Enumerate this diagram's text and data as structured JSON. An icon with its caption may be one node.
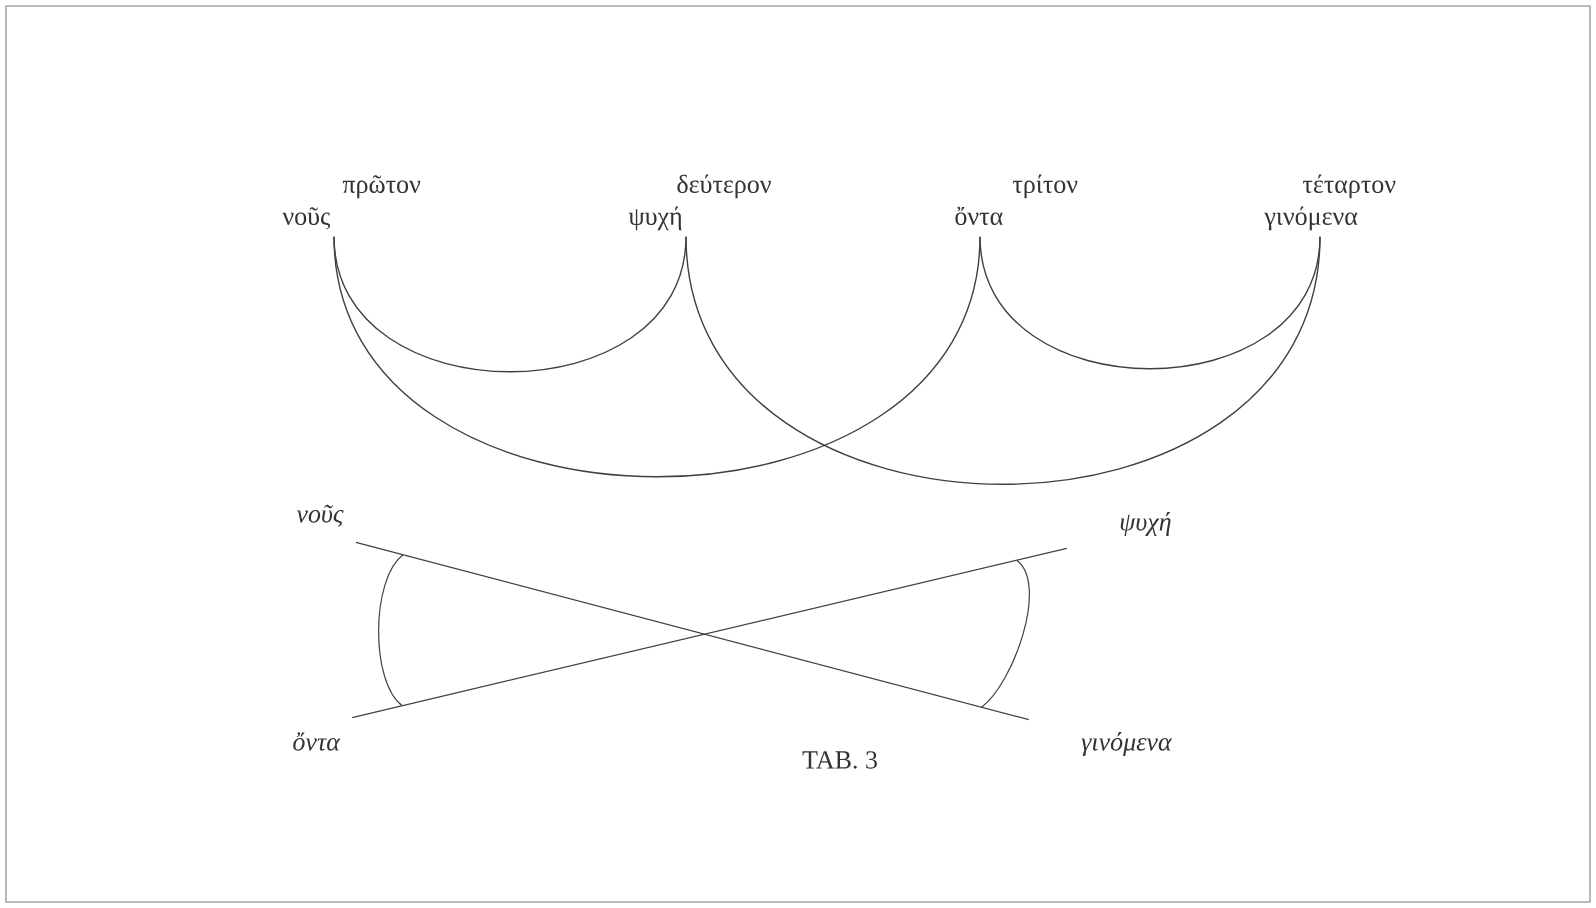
{
  "diagram": {
    "caption": "TAB. 3",
    "nodes": [
      {
        "text": [
          "πρῶτον",
          "νοῦς"
        ]
      },
      {
        "text": [
          "δεύτερον",
          "ψυχή"
        ]
      },
      {
        "text": [
          "τρίτον",
          "ὄντα"
        ]
      },
      {
        "text": [
          "τέταρτον",
          "γινόμενα"
        ]
      },
      {
        "text": [
          "νοῦς"
        ]
      },
      {
        "text": [
          "ψυχή"
        ]
      },
      {
        "text": [
          "ὄντα"
        ]
      },
      {
        "text": [
          "γινόμενα"
        ]
      }
    ],
    "edges": [
      {
        "from": 0,
        "to": 1,
        "arrow": "none"
      },
      {
        "from": 0,
        "to": 2,
        "arrow": "none"
      },
      {
        "from": 1,
        "to": 3,
        "arrow": "none"
      },
      {
        "from": 2,
        "to": 3,
        "arrow": "none"
      },
      {
        "from": 4,
        "to": 7,
        "arrow": "none"
      },
      {
        "from": 6,
        "to": 5,
        "arrow": "none"
      }
    ]
  }
}
